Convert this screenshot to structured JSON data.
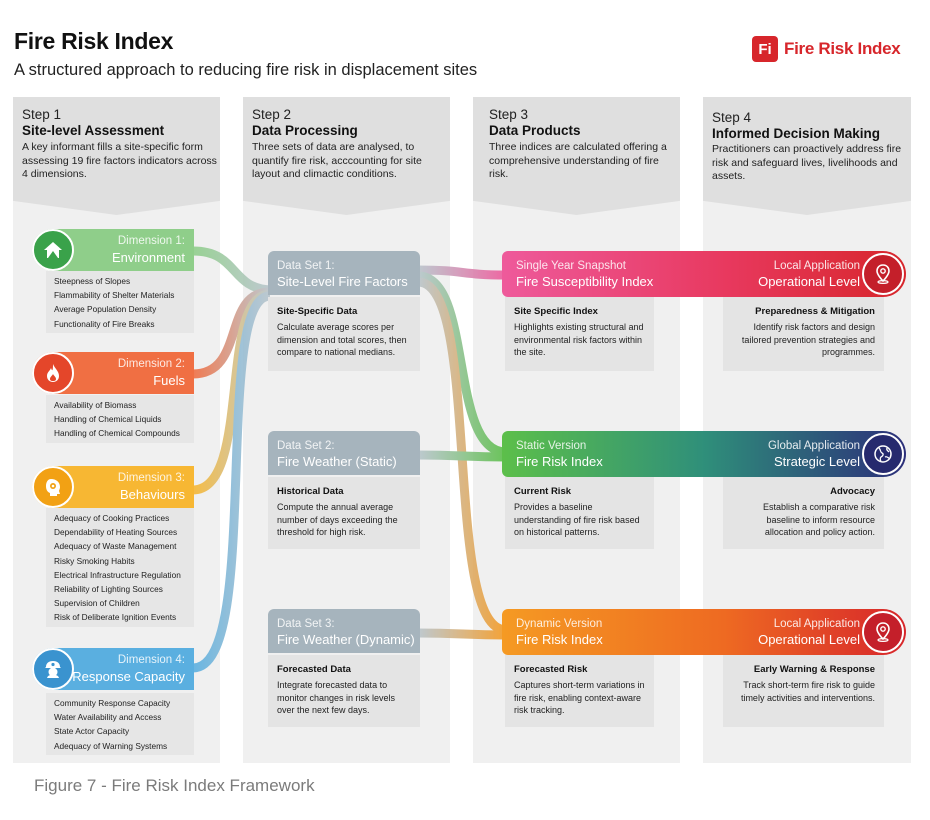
{
  "header": {
    "title": "Fire Risk Index",
    "subtitle": "A structured approach to reducing fire risk in displacement sites"
  },
  "brand": {
    "mark": "Fi",
    "name": "Fire Risk Index",
    "color": "#d7262b"
  },
  "caption": "Figure 7 - Fire Risk Index Framework",
  "steps": [
    {
      "number": "Step 1",
      "title": "Site-level Assessment",
      "description": "A key informant fills a site-specific form assessing 19 fire factors indicators across 4 dimensions."
    },
    {
      "number": "Step 2",
      "title": "Data Processing",
      "description": "Three sets of data are analysed, to quantify fire risk, acccounting for site layout and climactic conditions."
    },
    {
      "number": "Step 3",
      "title": "Data Products",
      "description": "Three indices are calculated offering a comprehensive understanding of fire risk."
    },
    {
      "number": "Step 4",
      "title": "Informed Decision Making",
      "description": "Practitioners can proactively address fire risk and safeguard lives, livelihoods and assets."
    }
  ],
  "dimensions": [
    {
      "label": "Dimension 1:",
      "name": "Environment",
      "icon": "house-icon",
      "color": "#8fce8a",
      "items": [
        "Steepness of Slopes",
        "Flammability of Shelter Materials",
        "Average Population Density",
        "Functionality of Fire Breaks"
      ]
    },
    {
      "label": "Dimension 2:",
      "name": "Fuels",
      "icon": "flame-icon",
      "color": "#f06f43",
      "items": [
        "Availability of Biomass",
        "Handling of Chemical Liquids",
        "Handling of Chemical Compounds"
      ]
    },
    {
      "label": "Dimension 3:",
      "name": "Behaviours",
      "icon": "head-gear-icon",
      "color": "#f7b733",
      "items": [
        "Adequacy of Cooking Practices",
        "Dependability of Heating Sources",
        "Adequacy of Waste Management",
        "Risky Smoking Habits",
        "Electrical Infrastructure Regulation",
        "Reliability of Lighting Sources",
        "Supervision of Children",
        "Risk of Deliberate Ignition Events"
      ]
    },
    {
      "label": "Dimension 4:",
      "name": "Response Capacity",
      "icon": "firefighter-icon",
      "color": "#5aafe0",
      "items": [
        "Community Response Capacity",
        "Water Availability and Access",
        "State Actor Capacity",
        "Adequacy of Warning Systems"
      ]
    }
  ],
  "datasets": [
    {
      "label": "Data Set 1:",
      "name": "Site-Level Fire Factors",
      "card_title": "Site-Specific Data",
      "card_body": "Calculate average scores per dimension and total scores, then compare to national medians."
    },
    {
      "label": "Data Set 2:",
      "name": "Fire Weather (Static)",
      "card_title": "Historical Data",
      "card_body": "Compute the annual average number of days exceeding the threshold for high risk."
    },
    {
      "label": "Data Set 3:",
      "name": "Fire Weather (Dynamic)",
      "card_title": "Forecasted Data",
      "card_body": "Integrate forecasted data to monitor changes in risk levels over the next few days."
    }
  ],
  "products": [
    {
      "label": "Single Year Snapshot",
      "name": "Fire Susceptibility Index",
      "app_label": "Local Application",
      "app_level": "Operational Level",
      "icon": "location-pin-icon",
      "color_start": "#ee5a9b",
      "color_end": "#d7262b",
      "card_title": "Site Specific Index",
      "card_body": "Highlights existing structural and environmental risk factors within the site.",
      "action_title": "Preparedness & Mitigation",
      "action_body": "Identify risk factors and design tailored prevention strategies and programmes."
    },
    {
      "label": "Static Version",
      "name": "Fire Risk Index",
      "app_label": "Global Application",
      "app_level": "Strategic Level",
      "icon": "globe-icon",
      "color_start": "#5cbf4a",
      "color_end": "#2c2f7a",
      "card_title": "Current Risk",
      "card_body": "Provides a baseline understanding of fire risk based on historical patterns.",
      "action_title": "Advocacy",
      "action_body": "Establish a comparative risk baseline to inform resource allocation and policy action."
    },
    {
      "label": "Dynamic Version",
      "name": "Fire Risk Index",
      "app_label": "Local Application",
      "app_level": "Operational Level",
      "icon": "location-pin-icon",
      "color_start": "#f59a23",
      "color_end": "#d7262b",
      "card_title": "Forecasted Risk",
      "card_body": "Captures short-term variations in fire risk, enabling context-aware risk tracking.",
      "action_title": "Early Warning & Response",
      "action_body": "Track short-term fire risk to guide timely activities and interventions."
    }
  ],
  "flow_colors": {
    "neutral": "#b9c5cc"
  }
}
